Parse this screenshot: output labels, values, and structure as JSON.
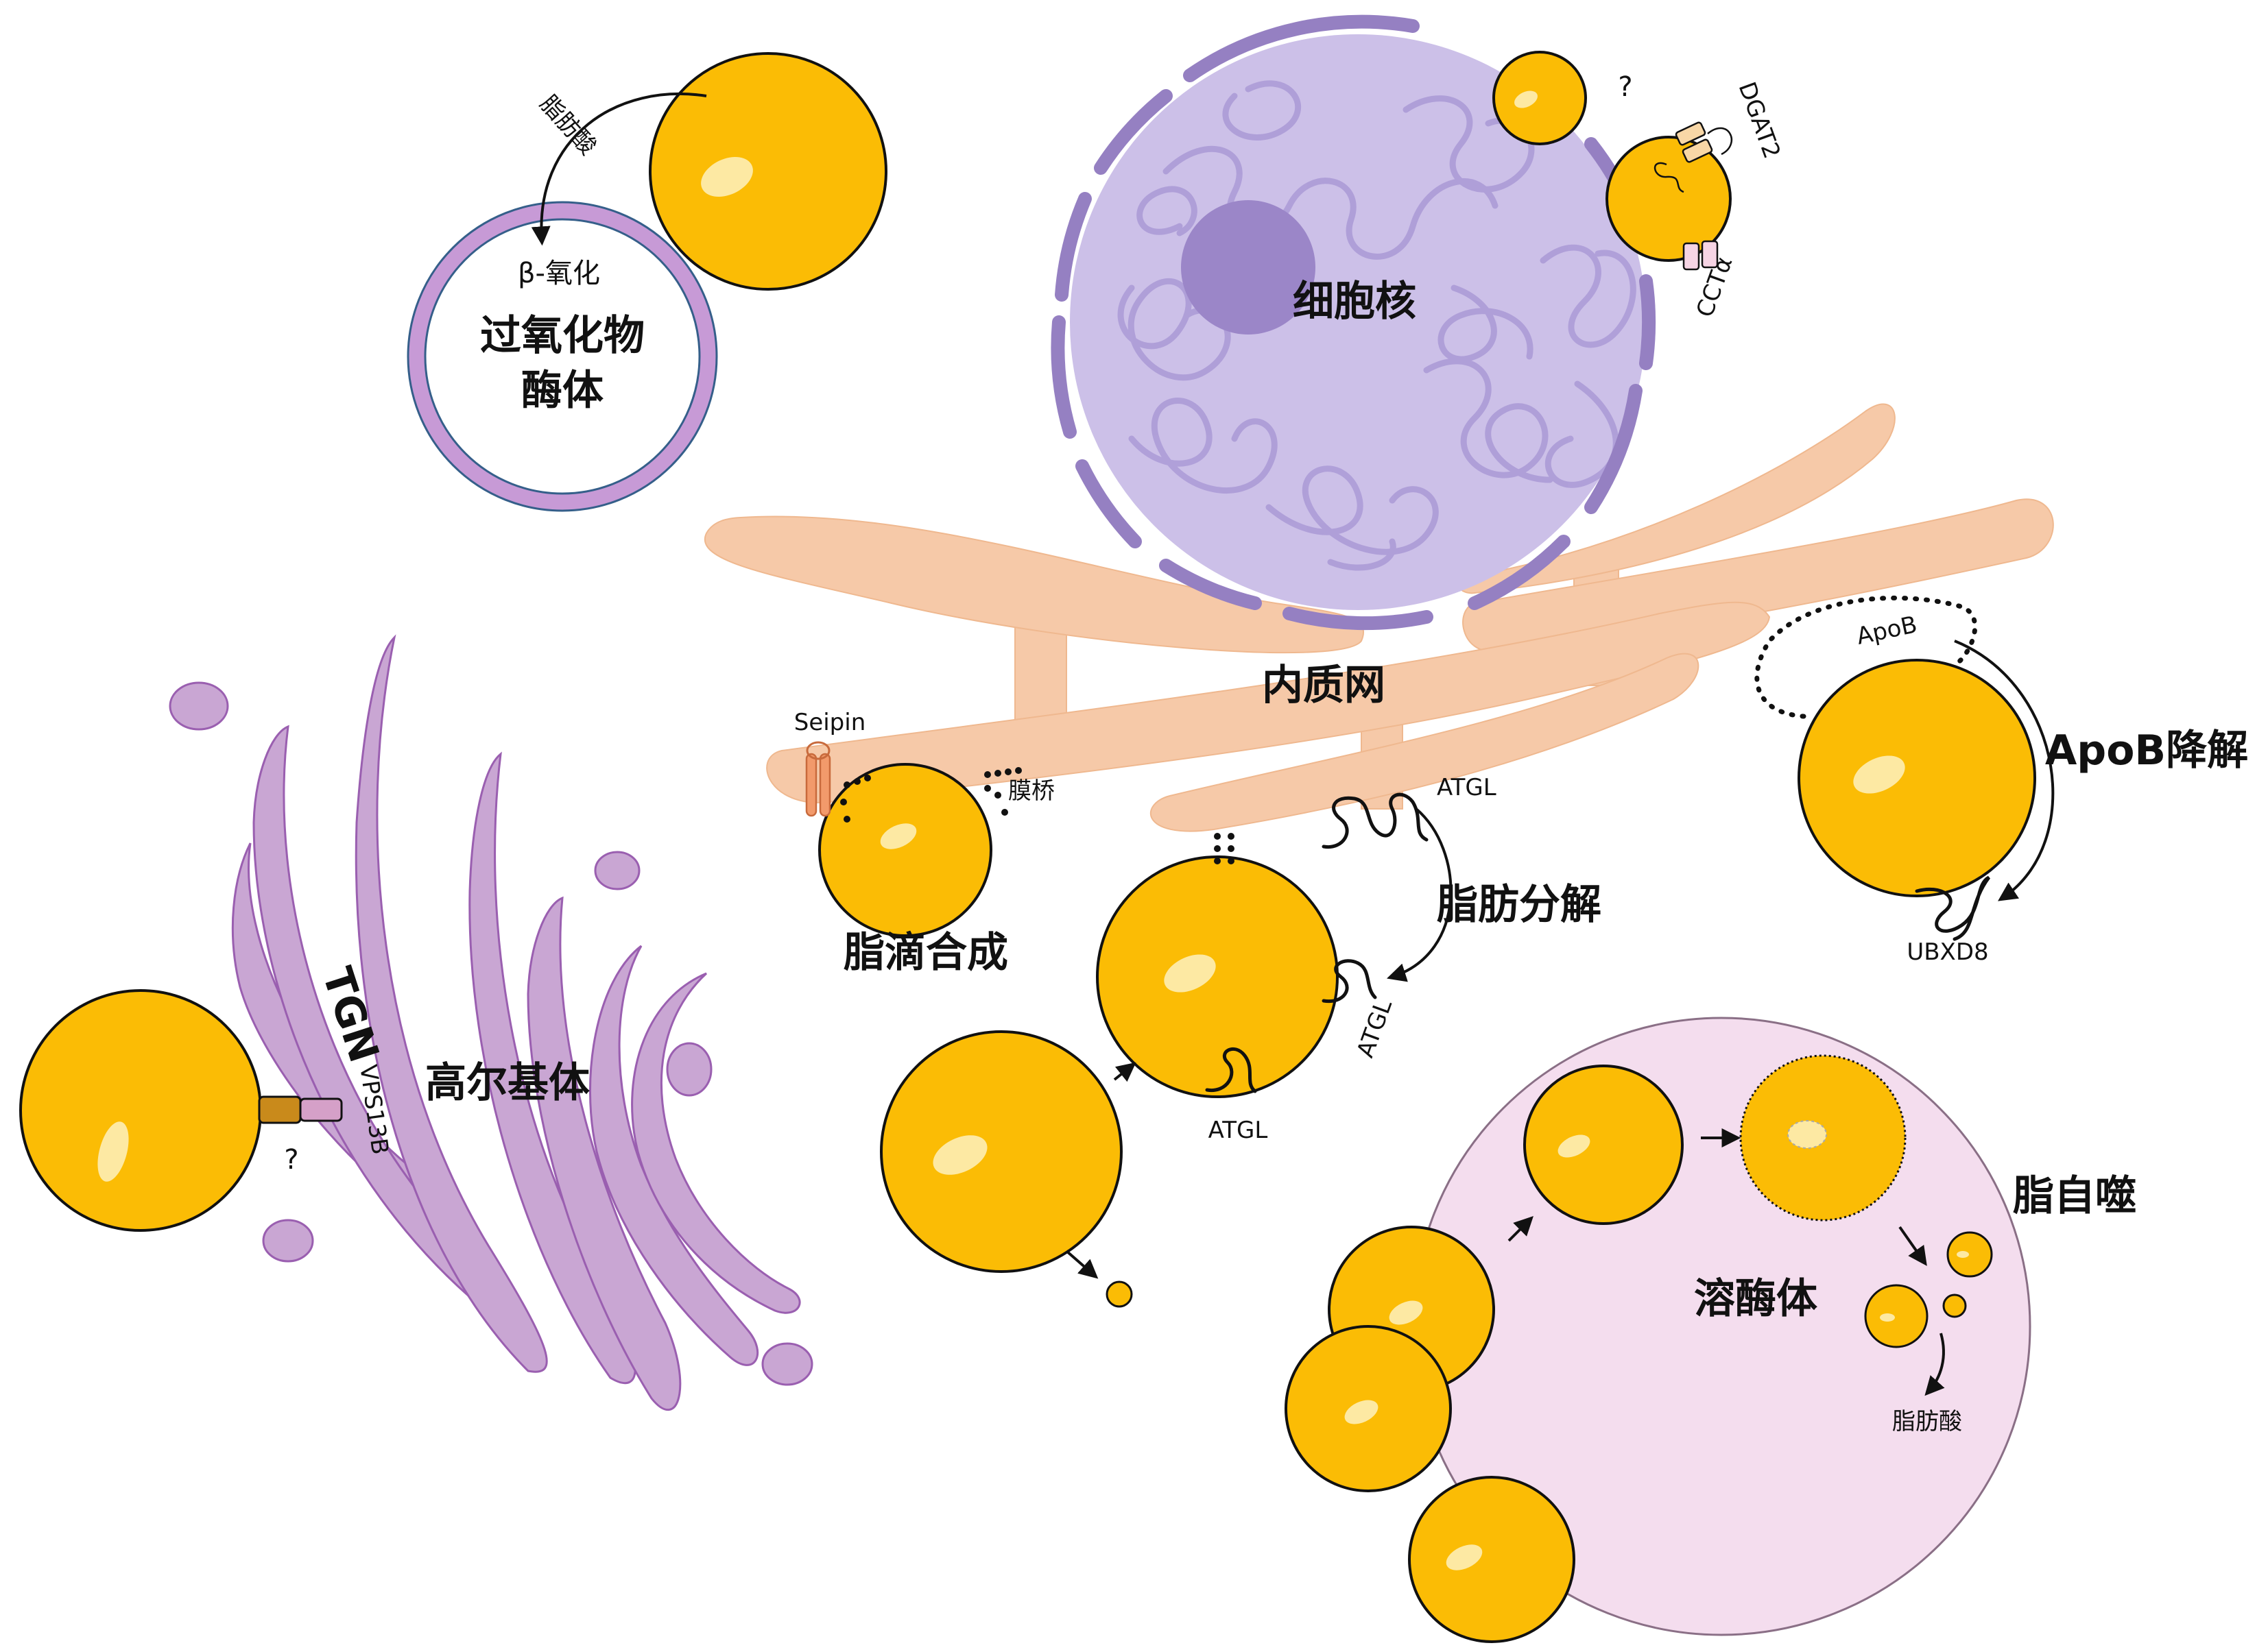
{
  "labels": {
    "peroxisome_line1": "过氧化物",
    "peroxisome_line2": "酶体",
    "beta_oxidation": "β-氧化",
    "fatty_acid_top": "脂肪酸",
    "nucleus": "细胞核",
    "question_nucleus": "?",
    "dgat2": "DGAT2",
    "ccta": "CCTα",
    "er": "内质网",
    "seipin": "Seipin",
    "membrane_bridge": "膜桥",
    "ld_synthesis": "脂滴合成",
    "atgl_top": "ATGL",
    "lipolysis": "脂肪分解",
    "atgl_side": "ATGL",
    "atgl_bottom": "ATGL",
    "apob": "ApoB",
    "apob_degradation": "ApoB降解",
    "ubxd8": "UBXD8",
    "golgi": "高尔基体",
    "tgn": "TGN",
    "vps13b": "VPS13B",
    "question_golgi": "?",
    "lysosome": "溶酶体",
    "lipophagy": "脂自噬",
    "fatty_acid_lysosome": "脂肪酸"
  },
  "colors": {
    "lipid_droplet": "#FBBC05",
    "lipid_highlight": "#FDE9A3",
    "nucleus_fill": "#CCC0E8",
    "nucleolus": "#9B86C8",
    "nuclear_envelope": "#9580C2",
    "chromatin": "#AE9ED8",
    "er": "#F6C9A8",
    "golgi": "#C9A6D3",
    "golgi_stroke": "#9a5fb0",
    "peroxisome_ring": "#C79AD6",
    "lysosome": "#F4DDEE",
    "seipin": "#F29A6B",
    "vps13b_channel": "#D5A0C8"
  },
  "icons": [
    "arrow-icon",
    "atgl-protein-icon",
    "seipin-protein-icon",
    "dgat2-protein-icon",
    "ccta-protein-icon",
    "vps13b-tunnel-icon"
  ]
}
